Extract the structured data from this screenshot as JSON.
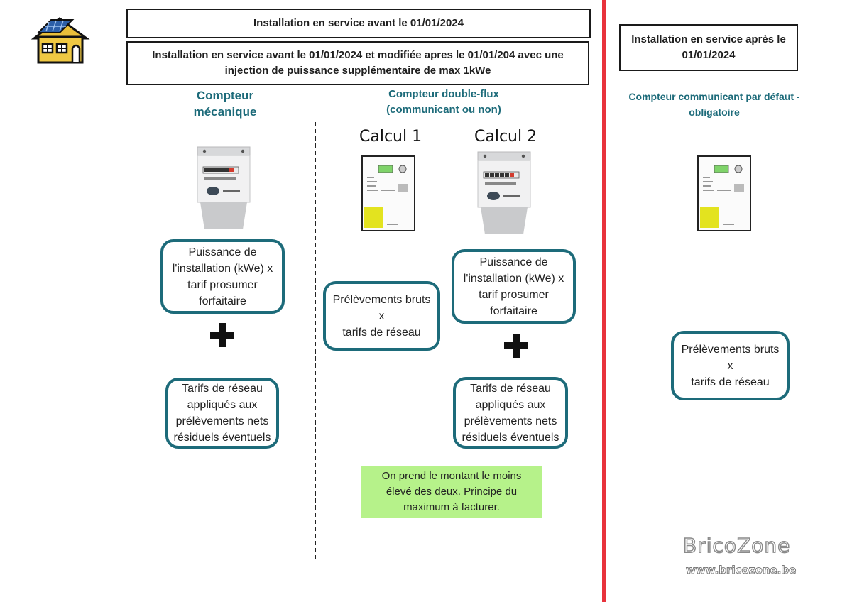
{
  "header": {
    "top_title": "Installation en service avant le 01/01/2024",
    "modified_title": "Installation en service avant le 01/01/2024 et modifiée apres le 01/01/204 avec une injection de puissance supplémentaire de max 1kWe",
    "right_title": "Installation en service après le 01/01/2024"
  },
  "columns": {
    "mechanical": {
      "heading": "Compteur mécanique",
      "formula": "Puissance de l'installation (kWe) x tarif prosumer forfaitaire",
      "network": "Tarifs de réseau appliqués aux prélèvements nets résiduels éventuels"
    },
    "double_flux": {
      "heading": "Compteur double-flux (communicant ou non)",
      "calc1_label": "Calcul 1",
      "calc2_label": "Calcul 2",
      "calc1_box": "Prélèvements bruts\nx\ntarifs de réseau",
      "calc2_formula": "Puissance de l'installation (kWe) x tarif prosumer forfaitaire",
      "calc2_network": "Tarifs de réseau appliqués aux prélèvements nets résiduels éventuels",
      "conclusion": "On prend le montant le moins élevé des deux. Principe du maximum à facturer."
    },
    "communicating": {
      "heading": "Compteur communicant  par défaut - obligatoire",
      "box": "Prélèvements bruts\nx\ntarifs de réseau"
    }
  },
  "branding": {
    "name": "BricoZone",
    "url": "www.bricozone.be"
  },
  "icons": [
    "house-solar-icon",
    "mechanical-meter-icon",
    "digital-meter-icon",
    "plus-icon"
  ],
  "colors": {
    "accent": "#1d6b7a",
    "separator": "#e8323c",
    "note_background": "#b6f28a"
  }
}
